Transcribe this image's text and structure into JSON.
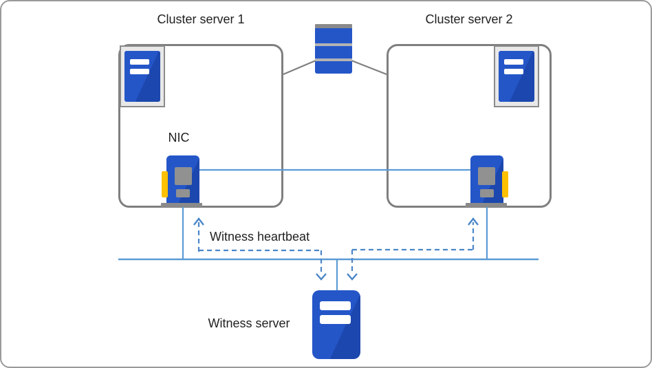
{
  "labels": {
    "cluster1": "Cluster server 1",
    "cluster2": "Cluster server 2",
    "nic": "NIC",
    "heartbeat": "Witness heartbeat",
    "witness": "Witness server"
  },
  "icons": {
    "shared_storage": "disk-array-icon",
    "cluster_server": "server-tower-icon",
    "nic": "network-interface-card-icon",
    "witness_server": "server-tower-icon",
    "arrows": "dashed-chevron-arrow"
  },
  "colors": {
    "solid_line": "#5b9bd5",
    "dashed_line": "#4a86c8",
    "gray_line": "#7f7f7f",
    "server_blue": "#2456c8",
    "server_blue_dark": "#1c47ae",
    "frame_gray": "#e8e8e8",
    "frame_border": "#8a8a8a",
    "port_gray": "#919191",
    "yellow": "#ffc000",
    "text": "#1f1f1f"
  }
}
